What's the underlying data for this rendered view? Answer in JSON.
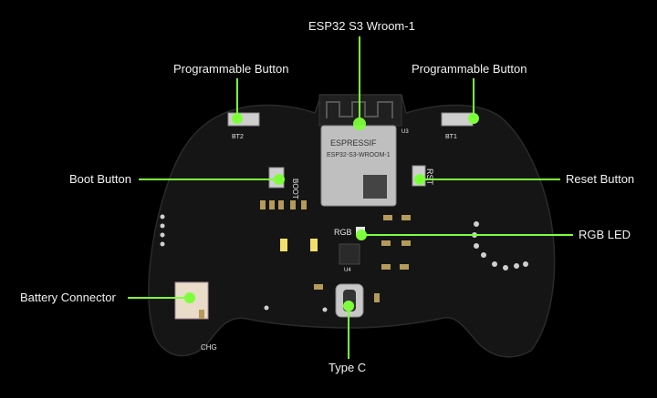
{
  "callouts": {
    "esp32": "ESP32 S3 Wroom-1",
    "prog_left": "Programmable Button",
    "prog_right": "Programmable Button",
    "boot": "Boot Button",
    "reset": "Reset Button",
    "rgb": "RGB LED",
    "battery": "Battery Connector",
    "typec": "Type C"
  },
  "silkscreen": {
    "boot": "BOOT",
    "rst": "RST",
    "rgb": "RGB",
    "chg": "CHG",
    "bt1": "BT1",
    "bt2": "BT2",
    "module_brand": "ESPRESSIF",
    "module_name": "ESP32-S3-WROOM-1",
    "u3": "U3",
    "u4": "U4"
  },
  "colors": {
    "background": "#000000",
    "pcb": "#141414",
    "callout": "#7dff3a",
    "text": "#f2f2f2"
  }
}
